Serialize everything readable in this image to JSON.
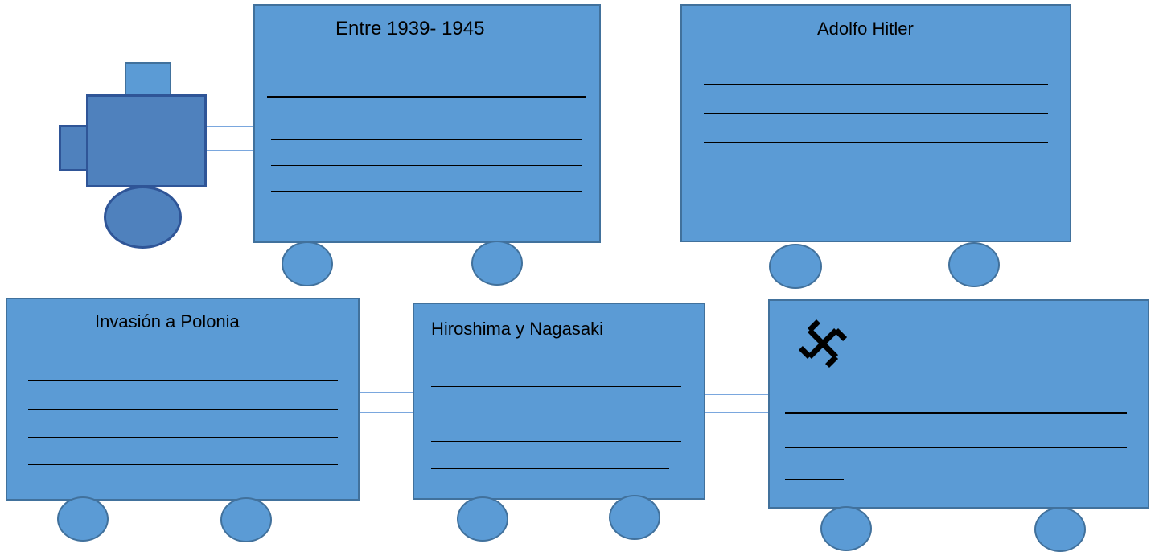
{
  "diagram": {
    "locomotive": {
      "fill": "#4f81bd",
      "stroke": "#2f5597",
      "chimney_fill": "#5b9bd5"
    },
    "car_fill": "#5b9bd5",
    "car_stroke": "#41719c",
    "cars": [
      {
        "id": "car-1",
        "title": "Entre 1939- 1945"
      },
      {
        "id": "car-2",
        "title": "Adolfo Hitler"
      },
      {
        "id": "car-3",
        "title": "Invasión a Polonia"
      },
      {
        "id": "car-4",
        "title": "Hiroshima y Nagasaki"
      },
      {
        "id": "car-5",
        "title": "",
        "symbol": "swastika-icon"
      }
    ]
  }
}
